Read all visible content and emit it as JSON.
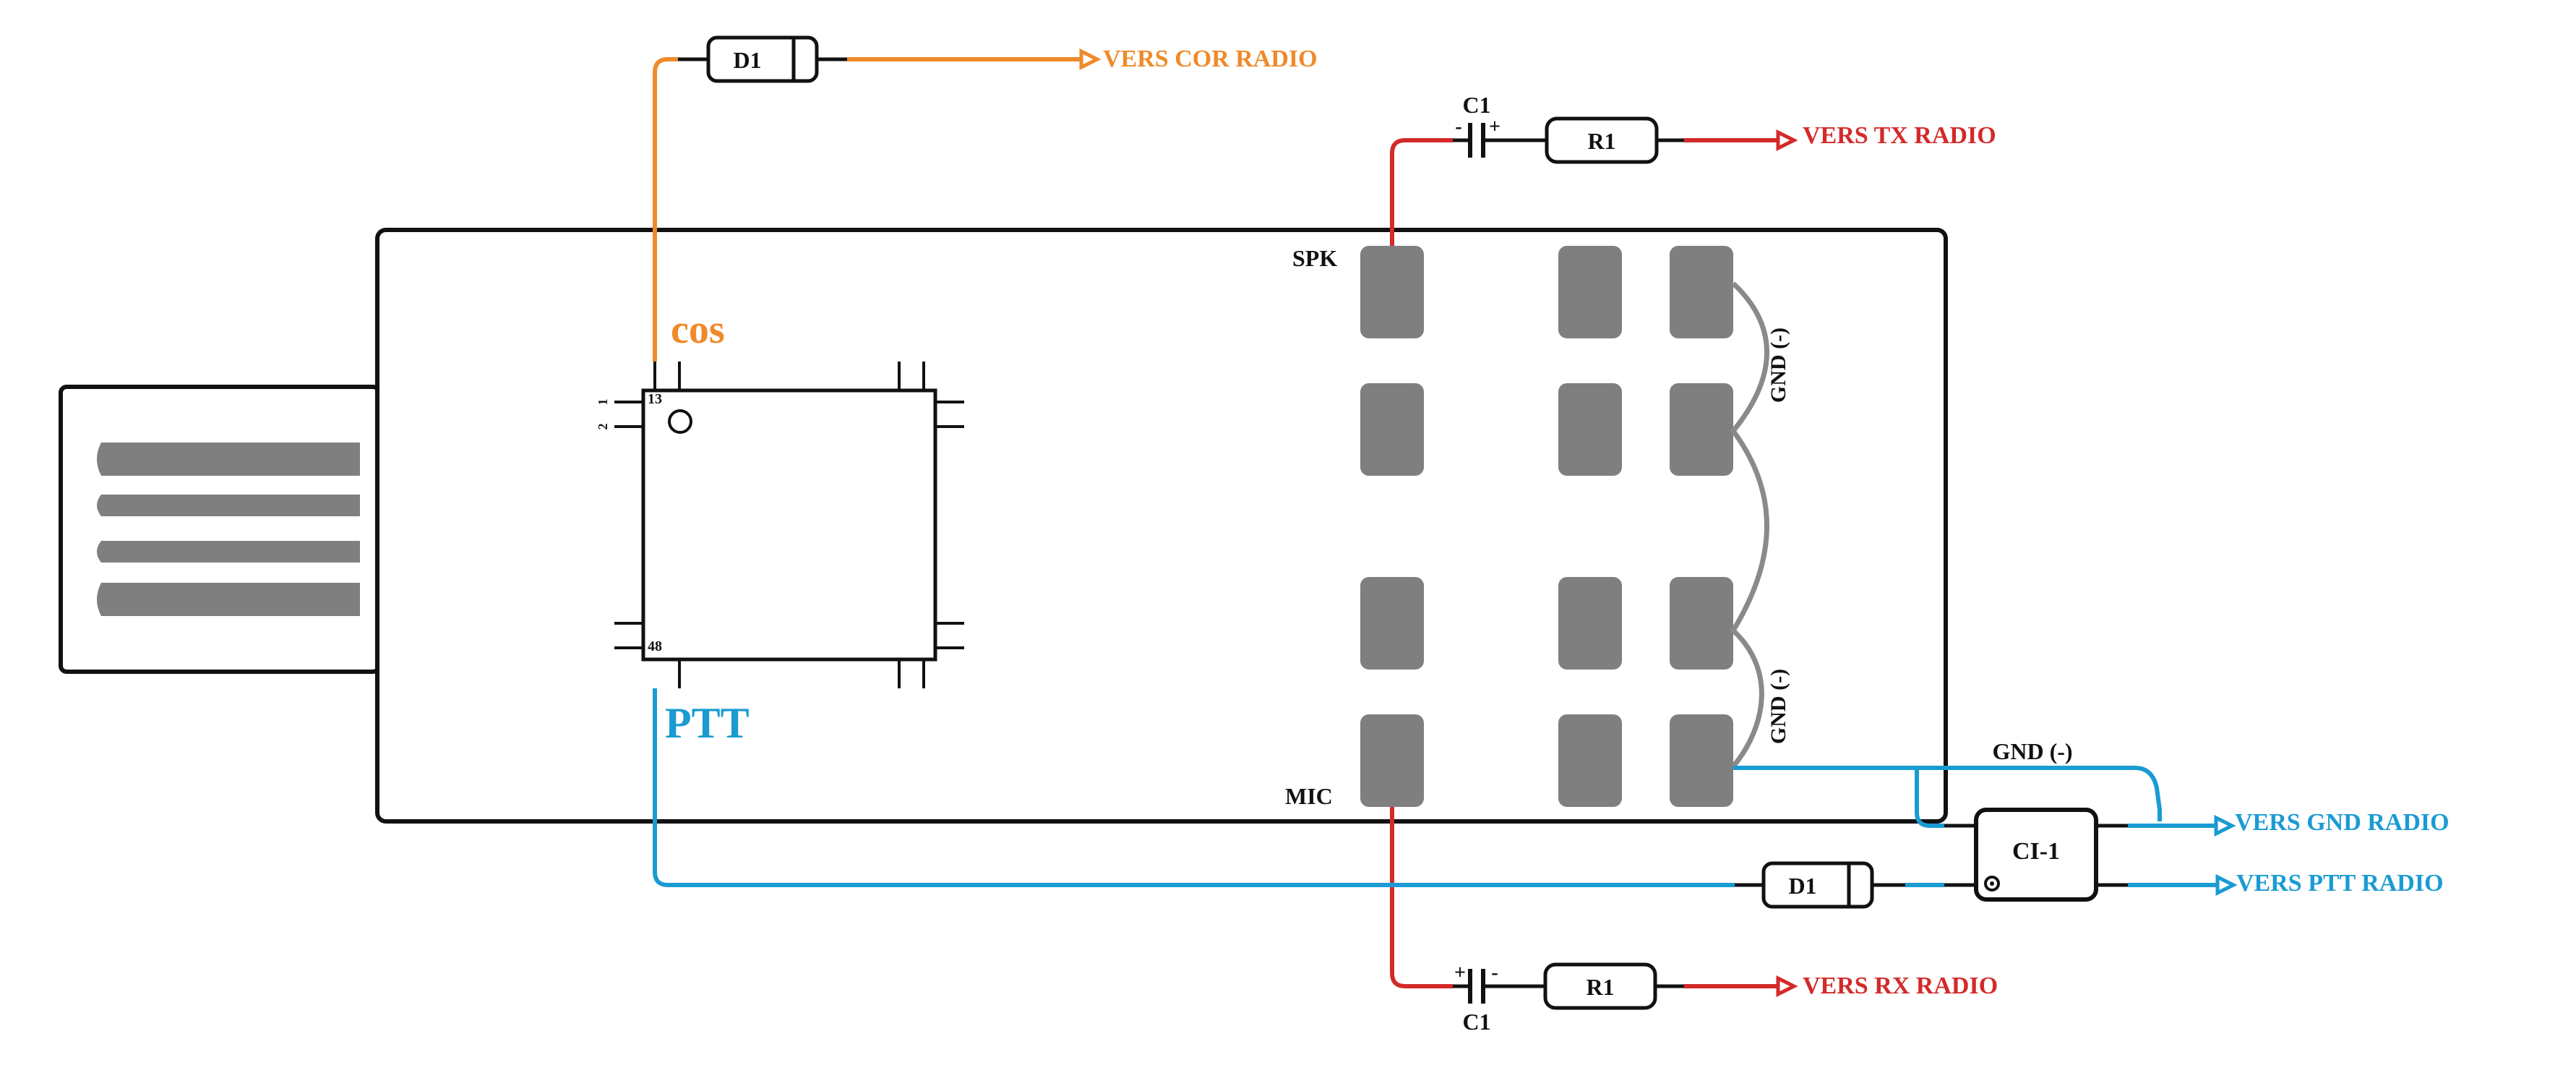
{
  "colors": {
    "black": "#111111",
    "orange": "#ef8a2a",
    "red": "#d42a2a",
    "blue": "#1a9bd2",
    "pad_gray": "#7f7f7f",
    "gnd_wire_gray": "#8a8a8a"
  },
  "labels": {
    "d1_top": "D1",
    "vers_cor_radio": "VERS COR RADIO",
    "c1_top": "C1",
    "c1_top_minus": "-",
    "c1_top_plus": "+",
    "r1_top": "R1",
    "vers_tx_radio": "VERS TX RADIO",
    "spk": "SPK",
    "cos": "cos",
    "pin_1": "1",
    "pin_2": "2",
    "pin_13": "13",
    "pin_48": "48",
    "ptt": "PTT",
    "gnd_right_top": "GND (-)",
    "gnd_right_bottom": "GND (-)",
    "gnd_wire": "GND (-)",
    "mic": "MIC",
    "ci1": "CI-1",
    "vers_gnd_radio": "VERS GND RADIO",
    "vers_ptt_radio": "VERS PTT RADIO",
    "d1_bottom": "D1",
    "c1_bottom_plus": "+",
    "c1_bottom_minus": "-",
    "r1_bottom": "R1",
    "c1_bottom": "C1",
    "vers_rx_radio": "VERS RX RADIO"
  }
}
